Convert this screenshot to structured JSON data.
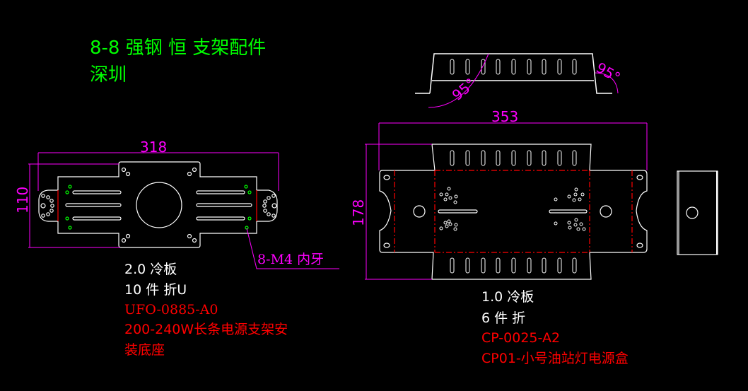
{
  "colors": {
    "background": "#000000",
    "outline": "#ffffff",
    "dimension": "#ff00ff",
    "title": "#00ff00",
    "bend_line": "#ff0000",
    "tapped_hole": "#00ff00",
    "part_code": "#ff0000"
  },
  "title": {
    "line1": "8-8 强钢 恒 支架配件",
    "line2": "深圳"
  },
  "left_part": {
    "dim_width": "318",
    "dim_height": "110",
    "callout": "8-M4 内牙",
    "material": "2.0 冷板",
    "quantity": "10 件 折U",
    "code": "UFO-0885-A0",
    "description_line1": "200-240W长条电源支架安",
    "description_line2": "装底座"
  },
  "right_part": {
    "dim_width": "353",
    "dim_height": "178",
    "bend_angle_left": "95°",
    "bend_angle_right": "95°",
    "material": "1.0 冷板",
    "quantity": "6 件 折",
    "code": "CP-0025-A2",
    "description": "CP01-小号油站灯电源盒"
  }
}
